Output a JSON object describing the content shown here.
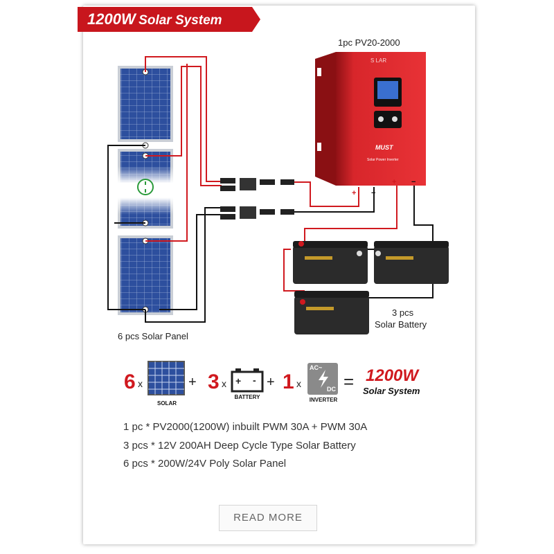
{
  "banner": {
    "title_bold": "1200W",
    "title_rest": "Solar System"
  },
  "diagram": {
    "inverter_label": "1pc PV20-2000",
    "inverter_logo": "S LAR",
    "inverter_brand": "MUST",
    "inverter_model_text": "Solar Power Inverter",
    "panel_label": "6 pcs Solar Panel",
    "battery_label_line1": "3 pcs",
    "battery_label_line2": "Solar Battery"
  },
  "equation": {
    "solar_count": "6",
    "battery_count": "3",
    "inverter_count": "1",
    "times": "x",
    "plus": "+",
    "equals": "=",
    "solar_caption": "SOLAR",
    "battery_caption": "BATTERY",
    "inverter_caption": "INVERTER",
    "inverter_ac": "AC~",
    "inverter_dc": "DC",
    "result_power": "1200W",
    "result_label": "Solar System"
  },
  "specs": [
    "1 pc * PV2000(1200W) inbuilt PWM 30A + PWM 30A",
    "3 pcs * 12V 200AH Deep Cycle Type Solar Battery",
    "6 pcs * 200W/24V Poly Solar Panel"
  ],
  "read_more_label": "READ MORE",
  "colors": {
    "accent_red": "#d0191f",
    "banner_red": "#c8161d",
    "panel_blue": "#2d4f9e",
    "inverter_red": "#d8262b"
  }
}
